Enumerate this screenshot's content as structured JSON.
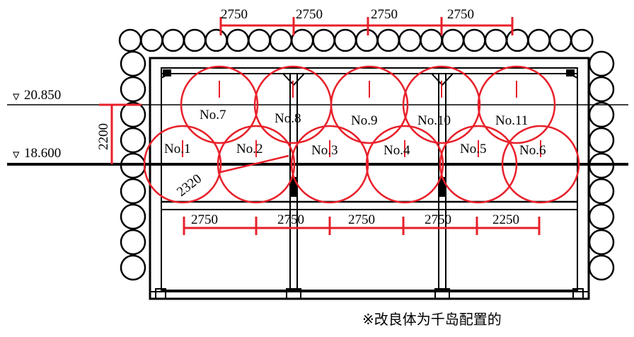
{
  "colors": {
    "ink": "#000000",
    "red": "#e8202a",
    "bg": "#ffffff"
  },
  "levels": [
    {
      "id": "upper",
      "text": "20.850",
      "marker": "▿"
    },
    {
      "id": "lower",
      "text": "18.600",
      "marker": "▿"
    }
  ],
  "dimensions": {
    "top": [
      "2750",
      "2750",
      "2750",
      "2750"
    ],
    "bottom": [
      "2750",
      "2750",
      "2750",
      "2750",
      "2250"
    ],
    "vertical": "2200",
    "diagonal": "2320"
  },
  "columns": [
    {
      "id": "no7",
      "label": "No.7"
    },
    {
      "id": "no8",
      "label": "No.8"
    },
    {
      "id": "no9",
      "label": "No.9"
    },
    {
      "id": "no10",
      "label": "No.10"
    },
    {
      "id": "no11",
      "label": "No.11"
    },
    {
      "id": "no1",
      "label": "No.1"
    },
    {
      "id": "no2",
      "label": "No.2"
    },
    {
      "id": "no3",
      "label": "No.3"
    },
    {
      "id": "no4",
      "label": "No.4"
    },
    {
      "id": "no5",
      "label": "No.5"
    },
    {
      "id": "no6",
      "label": "No.6"
    }
  ],
  "note": "※改良体为千岛配置的"
}
